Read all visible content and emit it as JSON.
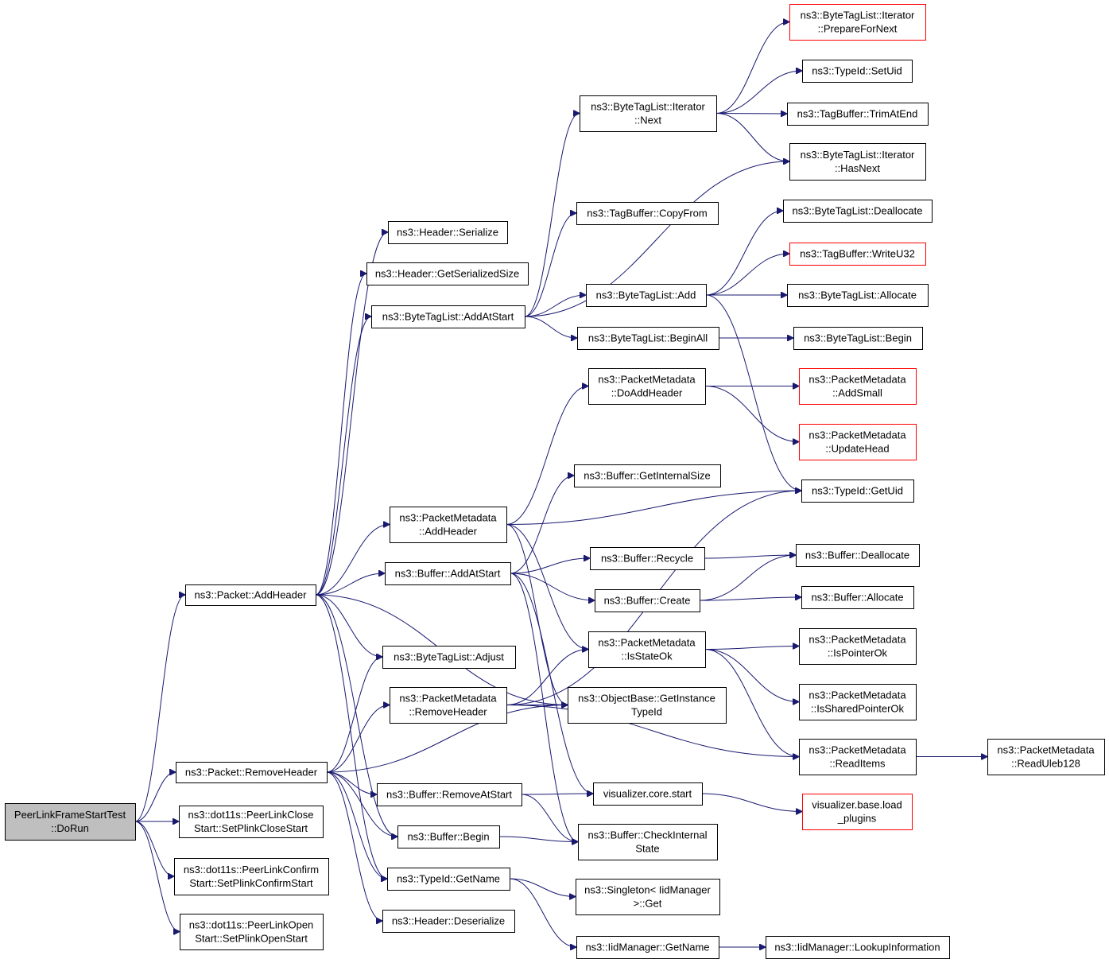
{
  "colors": {
    "edge": "#191970",
    "node_border": "#000000",
    "truncated_border": "#ff0000",
    "root_fill": "#bfbfbf",
    "node_fill": "#ffffff"
  },
  "nodes": [
    {
      "id": "root",
      "lines": [
        "PeerLinkFrameStartTest",
        "::DoRun"
      ]
    },
    {
      "id": "pkt_addheader",
      "lines": [
        "ns3::Packet::AddHeader"
      ]
    },
    {
      "id": "pkt_removeheader",
      "lines": [
        "ns3::Packet::RemoveHeader"
      ]
    },
    {
      "id": "plc",
      "lines": [
        "ns3::dot11s::PeerLinkClose",
        "Start::SetPlinkCloseStart"
      ]
    },
    {
      "id": "plcf",
      "lines": [
        "ns3::dot11s::PeerLinkConfirm",
        "Start::SetPlinkConfirmStart"
      ]
    },
    {
      "id": "plo",
      "lines": [
        "ns3::dot11s::PeerLinkOpen",
        "Start::SetPlinkOpenStart"
      ]
    },
    {
      "id": "hdr_serialize",
      "lines": [
        "ns3::Header::Serialize"
      ]
    },
    {
      "id": "hdr_getsize",
      "lines": [
        "ns3::Header::GetSerializedSize"
      ]
    },
    {
      "id": "btl_addatstart",
      "lines": [
        "ns3::ByteTagList::AddAtStart"
      ]
    },
    {
      "id": "pm_addheader",
      "lines": [
        "ns3::PacketMetadata",
        "::AddHeader"
      ]
    },
    {
      "id": "buf_addatstart",
      "lines": [
        "ns3::Buffer::AddAtStart"
      ]
    },
    {
      "id": "btl_adjust",
      "lines": [
        "ns3::ByteTagList::Adjust"
      ]
    },
    {
      "id": "pm_removeheader",
      "lines": [
        "ns3::PacketMetadata",
        "::RemoveHeader"
      ]
    },
    {
      "id": "buf_removeatstart",
      "lines": [
        "ns3::Buffer::RemoveAtStart"
      ]
    },
    {
      "id": "buf_begin",
      "lines": [
        "ns3::Buffer::Begin"
      ]
    },
    {
      "id": "tid_getname",
      "lines": [
        "ns3::TypeId::GetName"
      ]
    },
    {
      "id": "hdr_deserialize",
      "lines": [
        "ns3::Header::Deserialize"
      ]
    },
    {
      "id": "btli_next",
      "lines": [
        "ns3::ByteTagList::Iterator",
        "::Next"
      ]
    },
    {
      "id": "tb_copyfrom",
      "lines": [
        "ns3::TagBuffer::CopyFrom"
      ]
    },
    {
      "id": "btl_add",
      "lines": [
        "ns3::ByteTagList::Add"
      ]
    },
    {
      "id": "btl_beginall",
      "lines": [
        "ns3::ByteTagList::BeginAll"
      ]
    },
    {
      "id": "pm_doaddheader",
      "lines": [
        "ns3::PacketMetadata",
        "::DoAddHeader"
      ]
    },
    {
      "id": "buf_getinternalsize",
      "lines": [
        "ns3::Buffer::GetInternalSize"
      ]
    },
    {
      "id": "buf_recycle",
      "lines": [
        "ns3::Buffer::Recycle"
      ]
    },
    {
      "id": "buf_create",
      "lines": [
        "ns3::Buffer::Create"
      ]
    },
    {
      "id": "pm_isstateok",
      "lines": [
        "ns3::PacketMetadata",
        "::IsStateOk"
      ]
    },
    {
      "id": "ob_getinstancetypeid",
      "lines": [
        "ns3::ObjectBase::GetInstance",
        "TypeId"
      ]
    },
    {
      "id": "vis_core_start",
      "lines": [
        "visualizer.core.start"
      ]
    },
    {
      "id": "buf_checkinternalstate",
      "lines": [
        "ns3::Buffer::CheckInternal",
        "State"
      ]
    },
    {
      "id": "singleton_get",
      "lines": [
        "ns3::Singleton< IidManager",
        ">::Get"
      ]
    },
    {
      "id": "iid_getname",
      "lines": [
        "ns3::IidManager::GetName"
      ]
    },
    {
      "id": "btli_prepfornext",
      "lines": [
        "ns3::ByteTagList::Iterator",
        "::PrepareForNext"
      ],
      "truncated": true
    },
    {
      "id": "tid_setuid",
      "lines": [
        "ns3::TypeId::SetUid"
      ]
    },
    {
      "id": "tb_trimatend",
      "lines": [
        "ns3::TagBuffer::TrimAtEnd"
      ]
    },
    {
      "id": "btli_hasnext",
      "lines": [
        "ns3::ByteTagList::Iterator",
        "::HasNext"
      ]
    },
    {
      "id": "btl_deallocate",
      "lines": [
        "ns3::ByteTagList::Deallocate"
      ]
    },
    {
      "id": "tb_writeu32",
      "lines": [
        "ns3::TagBuffer::WriteU32"
      ],
      "truncated": true
    },
    {
      "id": "btl_allocate",
      "lines": [
        "ns3::ByteTagList::Allocate"
      ]
    },
    {
      "id": "btl_begin",
      "lines": [
        "ns3::ByteTagList::Begin"
      ]
    },
    {
      "id": "pm_addsmall",
      "lines": [
        "ns3::PacketMetadata",
        "::AddSmall"
      ],
      "truncated": true
    },
    {
      "id": "pm_updatehead",
      "lines": [
        "ns3::PacketMetadata",
        "::UpdateHead"
      ],
      "truncated": true
    },
    {
      "id": "tid_getuid",
      "lines": [
        "ns3::TypeId::GetUid"
      ]
    },
    {
      "id": "buf_deallocate",
      "lines": [
        "ns3::Buffer::Deallocate"
      ]
    },
    {
      "id": "buf_allocate",
      "lines": [
        "ns3::Buffer::Allocate"
      ]
    },
    {
      "id": "pm_ispointerok",
      "lines": [
        "ns3::PacketMetadata",
        "::IsPointerOk"
      ]
    },
    {
      "id": "pm_issharedpointerok",
      "lines": [
        "ns3::PacketMetadata",
        "::IsSharedPointerOk"
      ]
    },
    {
      "id": "pm_readitems",
      "lines": [
        "ns3::PacketMetadata",
        "::ReadItems"
      ]
    },
    {
      "id": "vis_base_loadplugins",
      "lines": [
        "visualizer.base.load",
        "_plugins"
      ],
      "truncated": true
    },
    {
      "id": "iid_lookupinfo",
      "lines": [
        "ns3::IidManager::LookupInformation"
      ]
    },
    {
      "id": "pm_readuleb128",
      "lines": [
        "ns3::PacketMetadata",
        "::ReadUleb128"
      ]
    }
  ],
  "edges": [
    [
      "root",
      "pkt_addheader"
    ],
    [
      "root",
      "pkt_removeheader"
    ],
    [
      "root",
      "plc"
    ],
    [
      "root",
      "plcf"
    ],
    [
      "root",
      "plo"
    ],
    [
      "pkt_addheader",
      "hdr_serialize"
    ],
    [
      "pkt_addheader",
      "hdr_getsize"
    ],
    [
      "pkt_addheader",
      "btl_addatstart"
    ],
    [
      "pkt_addheader",
      "pm_addheader"
    ],
    [
      "pkt_addheader",
      "buf_addatstart"
    ],
    [
      "pkt_addheader",
      "btl_adjust"
    ],
    [
      "pkt_addheader",
      "ob_getinstancetypeid"
    ],
    [
      "pkt_addheader",
      "buf_begin"
    ],
    [
      "pkt_addheader",
      "tid_getname"
    ],
    [
      "pkt_removeheader",
      "btl_adjust"
    ],
    [
      "pkt_removeheader",
      "pm_removeheader"
    ],
    [
      "pkt_removeheader",
      "ob_getinstancetypeid"
    ],
    [
      "pkt_removeheader",
      "buf_removeatstart"
    ],
    [
      "pkt_removeheader",
      "buf_begin"
    ],
    [
      "pkt_removeheader",
      "tid_getname"
    ],
    [
      "pkt_removeheader",
      "hdr_deserialize"
    ],
    [
      "btl_addatstart",
      "btli_next"
    ],
    [
      "btl_addatstart",
      "tb_copyfrom"
    ],
    [
      "btl_addatstart",
      "btli_hasnext"
    ],
    [
      "btl_addatstart",
      "btl_add"
    ],
    [
      "btl_addatstart",
      "btl_beginall"
    ],
    [
      "btli_next",
      "btli_prepfornext"
    ],
    [
      "btli_next",
      "tid_setuid"
    ],
    [
      "btli_next",
      "tb_trimatend"
    ],
    [
      "btli_next",
      "btli_hasnext"
    ],
    [
      "btl_add",
      "btl_deallocate"
    ],
    [
      "btl_add",
      "tb_writeu32"
    ],
    [
      "btl_add",
      "btl_allocate"
    ],
    [
      "btl_add",
      "tid_getuid"
    ],
    [
      "btl_beginall",
      "btl_begin"
    ],
    [
      "pm_addheader",
      "pm_doaddheader"
    ],
    [
      "pm_addheader",
      "tid_getuid"
    ],
    [
      "pm_addheader",
      "pm_isstateok"
    ],
    [
      "pm_addheader",
      "ob_getinstancetypeid"
    ],
    [
      "pm_doaddheader",
      "pm_addsmall"
    ],
    [
      "pm_doaddheader",
      "pm_updatehead"
    ],
    [
      "buf_addatstart",
      "buf_getinternalsize"
    ],
    [
      "buf_addatstart",
      "buf_recycle"
    ],
    [
      "buf_addatstart",
      "buf_create"
    ],
    [
      "buf_addatstart",
      "vis_core_start"
    ],
    [
      "buf_addatstart",
      "buf_checkinternalstate"
    ],
    [
      "buf_recycle",
      "buf_deallocate"
    ],
    [
      "buf_create",
      "buf_deallocate"
    ],
    [
      "buf_create",
      "buf_allocate"
    ],
    [
      "pm_isstateok",
      "pm_ispointerok"
    ],
    [
      "pm_isstateok",
      "pm_issharedpointerok"
    ],
    [
      "pm_isstateok",
      "pm_readitems"
    ],
    [
      "pm_removeheader",
      "pm_isstateok"
    ],
    [
      "pm_removeheader",
      "ob_getinstancetypeid"
    ],
    [
      "pm_removeheader",
      "tid_getuid"
    ],
    [
      "pm_removeheader",
      "pm_readitems"
    ],
    [
      "pm_readitems",
      "pm_readuleb128"
    ],
    [
      "buf_removeatstart",
      "vis_core_start"
    ],
    [
      "buf_removeatstart",
      "buf_checkinternalstate"
    ],
    [
      "buf_begin",
      "buf_checkinternalstate"
    ],
    [
      "vis_core_start",
      "vis_base_loadplugins"
    ],
    [
      "tid_getname",
      "singleton_get"
    ],
    [
      "tid_getname",
      "iid_getname"
    ],
    [
      "iid_getname",
      "iid_lookupinfo"
    ]
  ]
}
